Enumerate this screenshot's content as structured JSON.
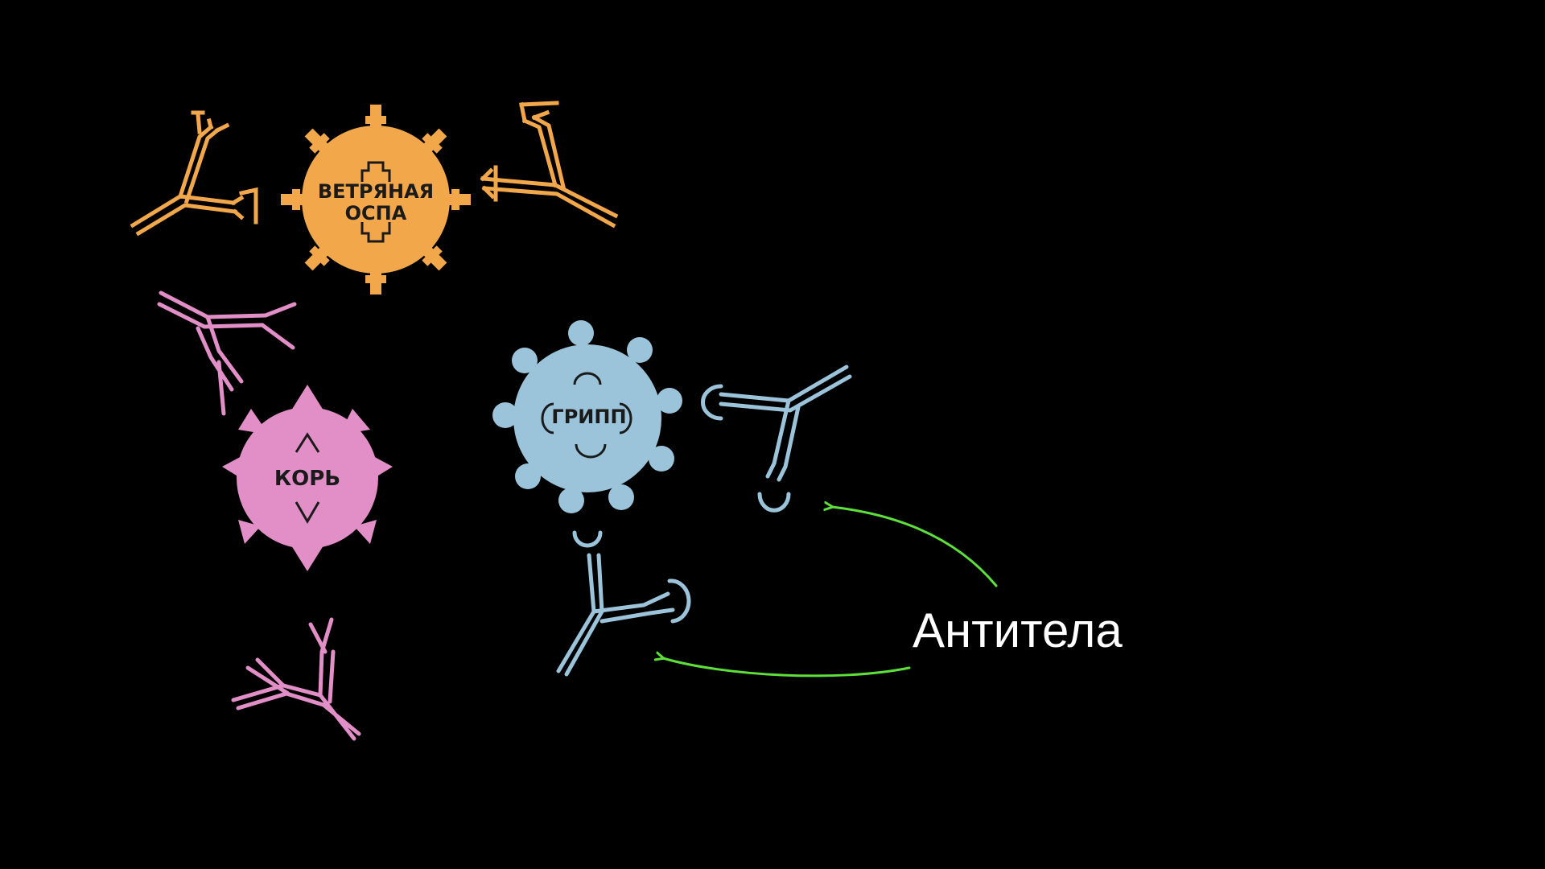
{
  "colors": {
    "background": "#000000",
    "chickenpox": "#F2A74B",
    "measles": "#E28FC7",
    "flu": "#9BC3DA",
    "arrow": "#5EE03A",
    "caption": "#FFFFFF",
    "label_text": "#1A1A1A"
  },
  "viruses": {
    "chickenpox": {
      "label_line1": "ВЕТРЯНАЯ",
      "label_line2": "ОСПА"
    },
    "measles": {
      "label": "КОРЬ"
    },
    "flu": {
      "label": "ГРИПП"
    }
  },
  "caption": {
    "text": "Антитела"
  }
}
